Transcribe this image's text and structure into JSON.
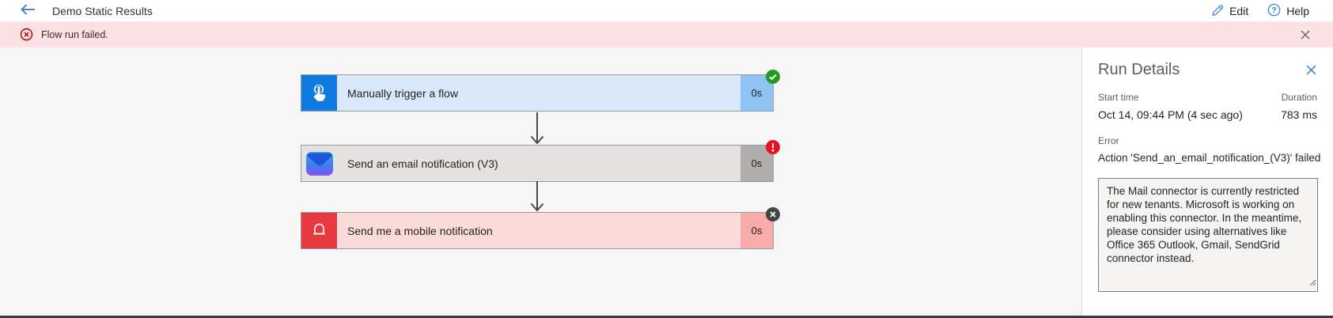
{
  "header": {
    "title": "Demo Static Results",
    "edit_label": "Edit",
    "help_label": "Help"
  },
  "banner": {
    "message": "Flow run failed."
  },
  "flow": {
    "nodes": [
      {
        "label": "Manually trigger a flow",
        "duration": "0s",
        "status_icon": "check-badge"
      },
      {
        "label": "Send an email notification (V3)",
        "duration": "0s",
        "status_icon": "exclamation-badge"
      },
      {
        "label": "Send me a mobile notification",
        "duration": "0s",
        "status_icon": "cancelled-x-badge"
      }
    ]
  },
  "run_details": {
    "title": "Run Details",
    "start_time_label": "Start time",
    "start_time": "Oct 14, 09:44 PM (4 sec ago)",
    "duration_label": "Duration",
    "duration": "783 ms",
    "error_label": "Error",
    "error_summary": "Action 'Send_an_email_notification_(V3)' failed",
    "error_detail": "The Mail connector is currently restricted for new tenants. Microsoft is working on enabling this connector. In the meantime, please consider using alternatives like Office 365 Outlook, Gmail, SendGrid connector instead."
  },
  "icons": {
    "back": "arrow-left",
    "edit": "pencil",
    "help": "question-circle",
    "banner_status": "error-circle-x",
    "close": "x",
    "trigger_node": "tap-hand",
    "email_node": "envelope",
    "mobile_node": "bell"
  },
  "colors": {
    "accent_blue": "#0f7ae0",
    "link_blue": "#2b7cd3",
    "success_green": "#219a21",
    "error_red": "#e81123",
    "banner_bg": "#fbe0e4",
    "banner_icon": "#a80000",
    "trigger_node_bg": "#d8e8fa",
    "email_node_bg": "#e3e2e1",
    "mobile_node_bg": "#fbdada",
    "canvas_bg": "#f6f6f6"
  }
}
